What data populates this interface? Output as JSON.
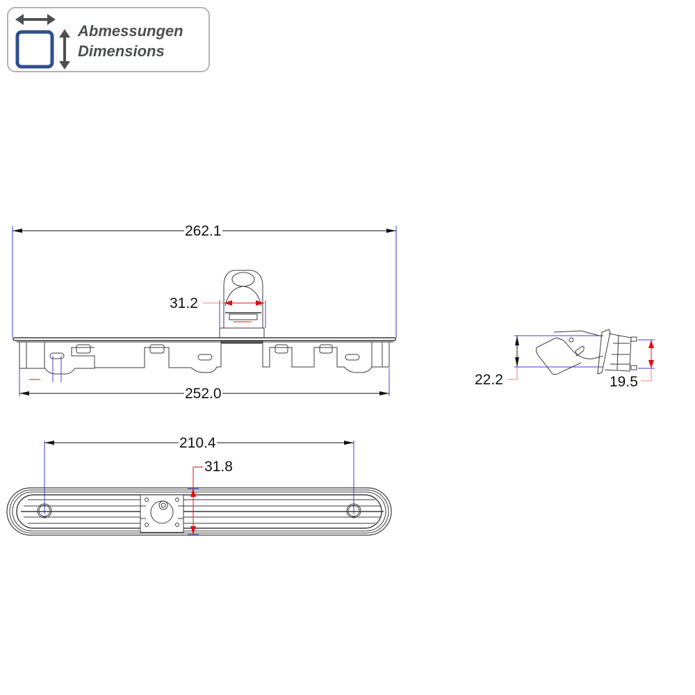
{
  "badge": {
    "title_de": "Abmessungen",
    "title_en": "Dimensions",
    "icon": "dimensions-icon",
    "colors": {
      "frame": "#2f4f8f",
      "arrows": "#4d4f51",
      "text": "#4d4f51",
      "border": "#b3b3b3"
    }
  },
  "views": {
    "front": {
      "overall_width": "262.1",
      "camera_width": "31.2",
      "base_width": "252.0"
    },
    "side": {
      "height_left": "22.2",
      "height_right": "19.5"
    },
    "bottom": {
      "hole_spacing": "210.4",
      "depth": "31.8"
    }
  },
  "colors": {
    "outline": "#3a3a3a",
    "extension_line": "#3b3bd9",
    "dimension_arrow_red": "#e01010",
    "dimension_line": "#111111"
  }
}
